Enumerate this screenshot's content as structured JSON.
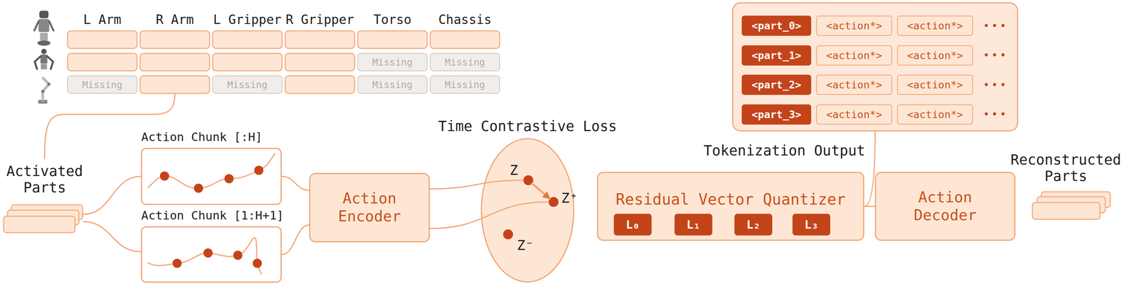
{
  "diagram": {
    "nodes": [
      {
        "text": [
          "Missing"
        ]
      },
      {
        "text": [
          "Missing"
        ]
      },
      {
        "text": [
          "Missing"
        ]
      },
      {
        "text": [
          "Missing"
        ]
      },
      {
        "text": [
          "Missing"
        ]
      },
      {
        "text": [
          "Missing"
        ]
      },
      {
        "text": [
          "Activated Parts"
        ]
      },
      {
        "text": [
          "Action Chunk [:H]"
        ]
      },
      {
        "text": [
          "Action Chunk [1:H+1]"
        ]
      },
      {
        "text": [
          "Action Encoder"
        ]
      },
      {
        "text": [
          "Time Contrastive Loss"
        ]
      },
      {
        "text": [
          "Z"
        ],
        "in": 10
      },
      {
        "text": [
          "Z⁺"
        ],
        "in": 10
      },
      {
        "text": [
          "Z⁻"
        ],
        "in": 10
      },
      {
        "text": [
          "Tokenization Output"
        ]
      },
      {
        "text": [
          "<part_0>"
        ],
        "in": 14
      },
      {
        "text": [
          "<action*>"
        ],
        "in": 14
      },
      {
        "text": [
          "<action*>"
        ],
        "in": 14
      },
      {
        "text": [
          "<part_1>"
        ],
        "in": 14
      },
      {
        "text": [
          "<action*>"
        ],
        "in": 14
      },
      {
        "text": [
          "<action*>"
        ],
        "in": 14
      },
      {
        "text": [
          "<part_2>"
        ],
        "in": 14
      },
      {
        "text": [
          "<action*>"
        ],
        "in": 14
      },
      {
        "text": [
          "<action*>"
        ],
        "in": 14
      },
      {
        "text": [
          "<part_3>"
        ],
        "in": 14
      },
      {
        "text": [
          "<action*>"
        ],
        "in": 14
      },
      {
        "text": [
          "<action*>"
        ],
        "in": 14
      },
      {
        "text": [
          "Residual Vector Quantizer"
        ]
      },
      {
        "text": [
          "L₀"
        ],
        "in": 27
      },
      {
        "text": [
          "L₁"
        ],
        "in": 27
      },
      {
        "text": [
          "L₂"
        ],
        "in": 27
      },
      {
        "text": [
          "L₃"
        ],
        "in": 27
      },
      {
        "text": [
          "Action Decoder"
        ]
      },
      {
        "text": [
          "Reconstructed Parts"
        ]
      }
    ],
    "edges": [
      {
        "from": 6,
        "to": 7,
        "arrow": "none"
      },
      {
        "from": 6,
        "to": 8,
        "arrow": "none"
      },
      {
        "from": 7,
        "to": 9,
        "arrow": "none"
      },
      {
        "from": 8,
        "to": 9,
        "arrow": "none"
      },
      {
        "from": 9,
        "to": 11,
        "arrow": "none"
      },
      {
        "from": 9,
        "to": 12,
        "arrow": "none"
      },
      {
        "from": 11,
        "to": 12,
        "arrow": "to"
      },
      {
        "from": 27,
        "to": 14,
        "arrow": "none"
      },
      {
        "from": 27,
        "to": 32,
        "arrow": "none"
      }
    ],
    "labels": [
      "L Arm",
      "R Arm",
      "L Gripper",
      "R Gripper",
      "Torso",
      "Chassis",
      "•••",
      "•••",
      "•••",
      "•••"
    ]
  }
}
